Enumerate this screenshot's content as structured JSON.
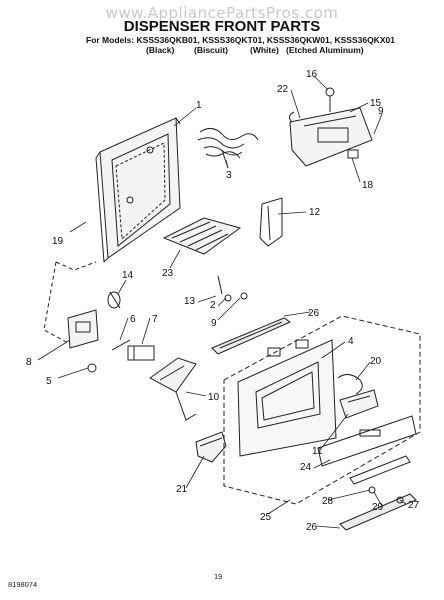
{
  "watermark": "www.AppliancePartsPros.com",
  "title": "DISPENSER FRONT PARTS",
  "models_line": "For Models: KSSS36QKB01, KSSS36QKT01, KSSS36QKW01, KSSS36QKX01",
  "finishes": [
    "(Black)",
    "(Biscuit)",
    "(White)",
    "(Etched Aluminum)"
  ],
  "callouts": [
    "1",
    "22",
    "16",
    "15",
    "9",
    "3",
    "18",
    "12",
    "19",
    "23",
    "14",
    "13",
    "2",
    "9",
    "26",
    "6",
    "7",
    "8",
    "5",
    "4",
    "20",
    "10",
    "11",
    "24",
    "21",
    "28",
    "27",
    "29",
    "26",
    "25"
  ],
  "doc_number": "8198074",
  "page_number": "19"
}
